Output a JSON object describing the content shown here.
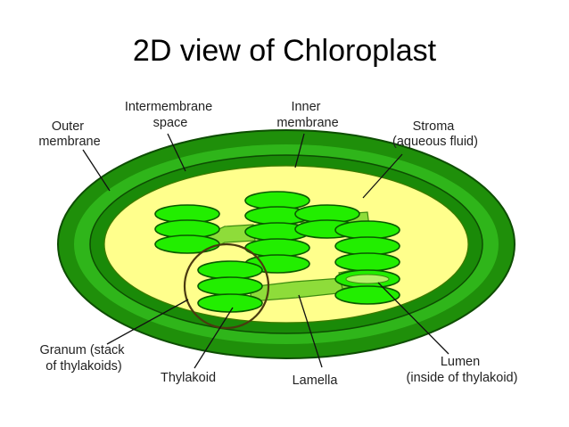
{
  "title": "2D view of Chloroplast",
  "labels": {
    "outer_membrane": [
      "Outer",
      "membrane"
    ],
    "intermembrane_space": [
      "Intermembrane",
      "space"
    ],
    "inner_membrane": [
      "Inner",
      "membrane"
    ],
    "stroma": [
      "Stroma",
      "(aqueous fluid)"
    ],
    "granum": [
      "Granum (stack",
      "of thylakoids)"
    ],
    "thylakoid": "Thylakoid",
    "lamella": "Lamella",
    "lumen": [
      "Lumen",
      "(inside of thylakoid)"
    ]
  },
  "colors": {
    "outer_membrane": "#1f8f0a",
    "intermembrane_space": "#2fb51a",
    "inner_membrane": "#1a8a08",
    "stroma": "#ffff8c",
    "thylakoid": "#22ee00",
    "lamella": "#8edc3a"
  }
}
